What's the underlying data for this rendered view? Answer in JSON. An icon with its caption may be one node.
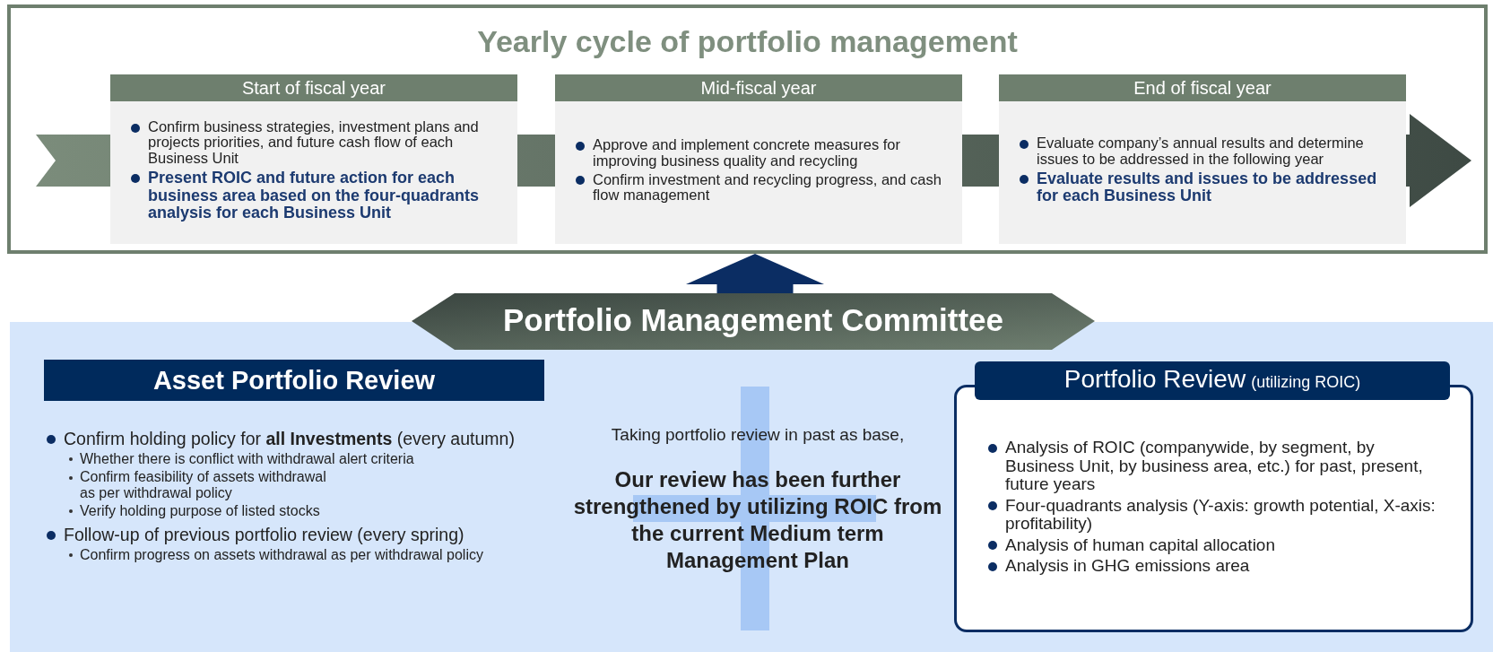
{
  "diagram": {
    "nodes": [
      {
        "text": [
          "Yearly cycle of portfolio management"
        ]
      },
      {
        "text": [
          "Start of fiscal year",
          "Confirm business strategies, investment plans and projects priorities, and future cash flow of each Business Unit",
          "Present ROIC and future action for each business area based on the four-quadrants analysis for each Business Unit"
        ],
        "in": 0
      },
      {
        "text": [
          "Mid-fiscal year",
          "Approve and implement concrete measures for improving business quality and recycling",
          "Confirm investment and recycling progress, and cash flow management"
        ],
        "in": 0
      },
      {
        "text": [
          "End of fiscal year",
          "Evaluate company’s annual results and determine issues to be addressed in the following year",
          "Evaluate results and issues to be addressed for each Business Unit"
        ],
        "in": 0
      },
      {
        "text": [
          "Portfolio Management Committee"
        ]
      },
      {
        "text": [
          "Asset Portfolio Review",
          "Confirm holding policy for **all Investments** (every autumn)",
          "Whether there is conflict with withdrawal alert criteria",
          "Confirm feasibility of assets withdrawal as per withdrawal policy",
          "Verify holding purpose of listed stocks",
          "Follow-up of previous portfolio review (every spring)",
          "Confirm progress on assets withdrawal as per withdrawal policy"
        ]
      },
      {
        "text": [
          "Portfolio Review",
          "(utilizing ROIC)",
          "Analysis of ROIC (companywide, by segment, by Business Unit, by business area, etc.) for past, present, future years",
          "Four-quadrants analysis (Y-axis: growth potential, X-axis: profitability)",
          "Analysis of human capital allocation",
          "Analysis in GHG emissions area"
        ]
      }
    ],
    "edges": [
      {
        "from": 4,
        "to": 0,
        "arrow": "to"
      }
    ],
    "labels": [
      "Taking portfolio review in past as base,",
      "Our review has been further strengthened by utilizing ROIC from the current Medium term Management Plan"
    ]
  }
}
